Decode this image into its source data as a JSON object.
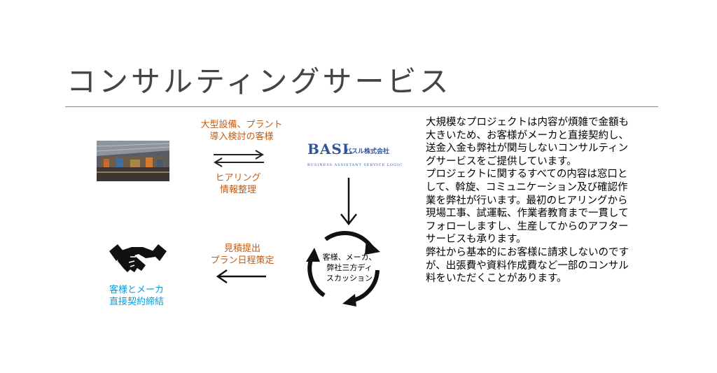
{
  "title": "コンサルティングサービス",
  "flow": {
    "customer_label_line1": "大型設備、プラント",
    "customer_label_line2": "導入検討の客様",
    "hearing_line1": "ヒアリング",
    "hearing_line2": "情報整理",
    "logo": {
      "brand": "BASL",
      "brand_jp": "バスル株式会社",
      "brand_sub": "BUSINESS ASSISTANT SERVICE LOGIC"
    },
    "cycle_line1": "客様、メーカ、",
    "cycle_line2": "弊社三方ディ",
    "cycle_line3": "スカッション",
    "quote_line1": "見積提出",
    "quote_line2": "プラン日程策定",
    "contract_line1": "客様とメーカ",
    "contract_line2": "直接契約締結"
  },
  "description": [
    "大規模なプロジェクトは内容が煩雑で金額も大きいため、お客様がメーカと直接契約し、送金入金も弊社が関与しないコンサルティングサービスをご提供しています。",
    "プロジェクトに関するすべての内容は窓口として、斡旋、コミュニケーション及び確認作業を弊社が行います。最初のヒアリングから現場工事、試運転、作業者教育まで一貫してフォローしますし、生産してからのアフターサービスも承ります。",
    "弊社から基本的にお客様に請求しないのですが、出張費や資料作成費など一部のコンサル料をいただくことがあります。"
  ],
  "colors": {
    "orange_text": "#c55a11",
    "blue_text": "#00a0e0",
    "logo_blue": "#2f5597",
    "rule": "#8a8a8a"
  },
  "icons": {
    "factory": "factory-photo",
    "exchange": "two-way-arrow-icon",
    "down": "down-arrow-icon",
    "cycle": "circular-arrows-icon",
    "left": "left-arrow-icon",
    "handshake": "handshake-icon"
  }
}
